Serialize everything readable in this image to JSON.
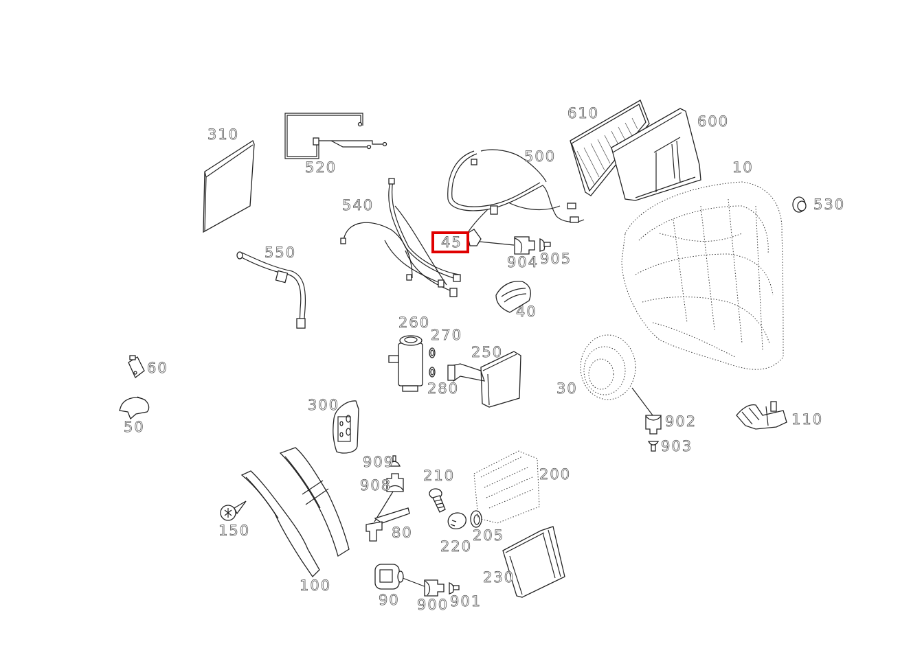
{
  "diagram": {
    "type": "exploded parts diagram",
    "highlighted_part": "45",
    "highlight_color": "#e00000",
    "callouts": [
      {
        "id": "310",
        "label": "310"
      },
      {
        "id": "520",
        "label": "520"
      },
      {
        "id": "540",
        "label": "540"
      },
      {
        "id": "550",
        "label": "550"
      },
      {
        "id": "500",
        "label": "500"
      },
      {
        "id": "610",
        "label": "610"
      },
      {
        "id": "600",
        "label": "600"
      },
      {
        "id": "10",
        "label": "10"
      },
      {
        "id": "530",
        "label": "530"
      },
      {
        "id": "45",
        "label": "45"
      },
      {
        "id": "904",
        "label": "904"
      },
      {
        "id": "905",
        "label": "905"
      },
      {
        "id": "40",
        "label": "40"
      },
      {
        "id": "260",
        "label": "260"
      },
      {
        "id": "270",
        "label": "270"
      },
      {
        "id": "280",
        "label": "280"
      },
      {
        "id": "250",
        "label": "250"
      },
      {
        "id": "30",
        "label": "30"
      },
      {
        "id": "902",
        "label": "902"
      },
      {
        "id": "903",
        "label": "903"
      },
      {
        "id": "110",
        "label": "110"
      },
      {
        "id": "60",
        "label": "60"
      },
      {
        "id": "50",
        "label": "50"
      },
      {
        "id": "300",
        "label": "300"
      },
      {
        "id": "909",
        "label": "909"
      },
      {
        "id": "908",
        "label": "908"
      },
      {
        "id": "210",
        "label": "210"
      },
      {
        "id": "200",
        "label": "200"
      },
      {
        "id": "80",
        "label": "80"
      },
      {
        "id": "220",
        "label": "220"
      },
      {
        "id": "205",
        "label": "205"
      },
      {
        "id": "150",
        "label": "150"
      },
      {
        "id": "100",
        "label": "100"
      },
      {
        "id": "230",
        "label": "230"
      },
      {
        "id": "90",
        "label": "90"
      },
      {
        "id": "900",
        "label": "900"
      },
      {
        "id": "901",
        "label": "901"
      }
    ]
  }
}
